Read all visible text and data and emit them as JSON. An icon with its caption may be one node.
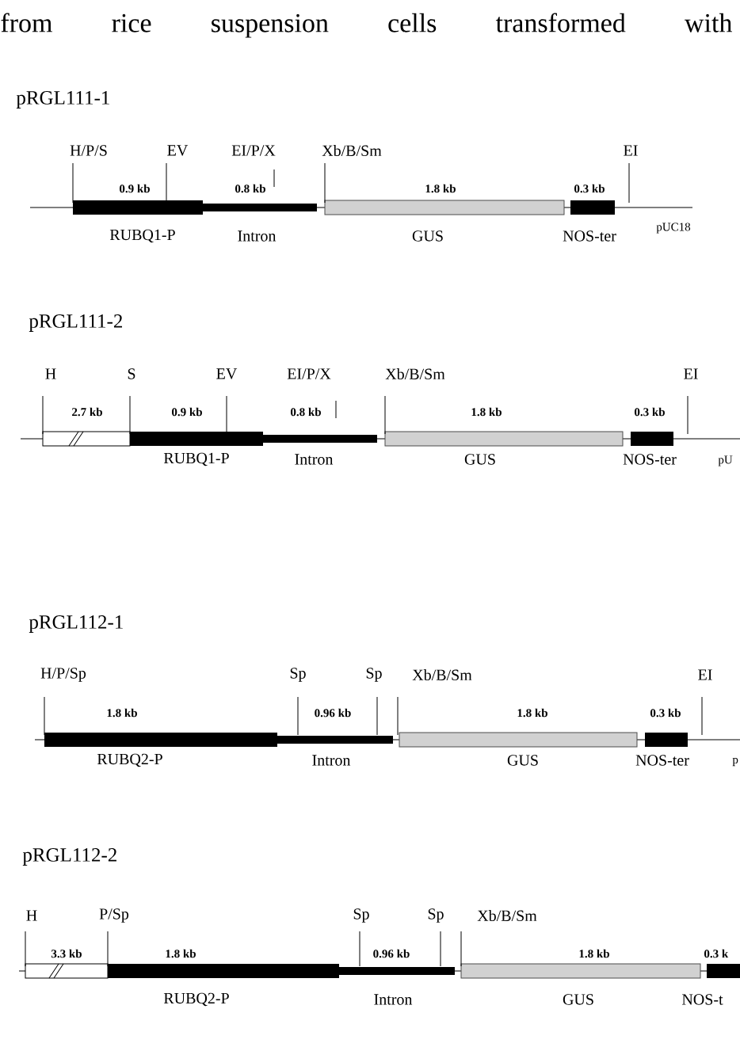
{
  "diagram": {
    "labels": [
      "from rice suspension cells transformed with",
      "pRGL111-1",
      "H/P/S",
      "EV",
      "EI/P/X",
      "Xb/B/Sm",
      "EI",
      "0.9 kb",
      "0.8 kb",
      "1.8 kb",
      "0.3 kb",
      "RUBQ1-P",
      "Intron",
      "GUS",
      "NOS-ter",
      "pUC18",
      "pRGL111-2",
      "H",
      "S",
      "EV",
      "EI/P/X",
      "Xb/B/Sm",
      "EI",
      "2.7 kb",
      "0.9 kb",
      "0.8 kb",
      "1.8 kb",
      "0.3 kb",
      "RUBQ1-P",
      "Intron",
      "GUS",
      "NOS-ter",
      "pU",
      "pRGL112-1",
      "H/P/Sp",
      "Sp",
      "Sp",
      "Xb/B/Sm",
      "EI",
      "1.8 kb",
      "0.96 kb",
      "1.8 kb",
      "0.3 kb",
      "RUBQ2-P",
      "Intron",
      "GUS",
      "NOS-ter",
      "p",
      "pRGL112-2",
      "H",
      "P/Sp",
      "Sp",
      "Sp",
      "Xb/B/Sm",
      "3.3 kb",
      "1.8 kb",
      "0.96 kb",
      "1.8 kb",
      "0.3 k",
      "RUBQ2-P",
      "Intron",
      "GUS",
      "NOS-t"
    ]
  }
}
